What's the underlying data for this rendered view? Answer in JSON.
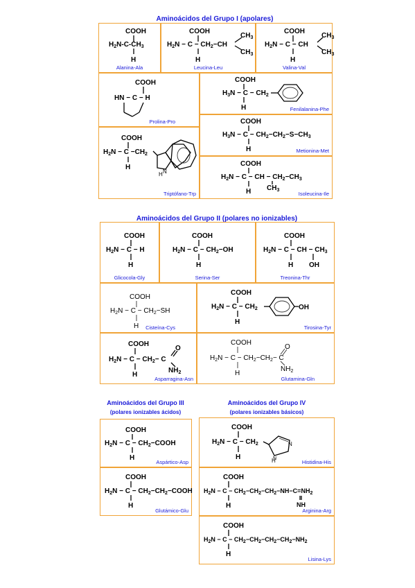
{
  "groups": {
    "g1": {
      "title": "Aminoácidos del Grupo I (apolares)"
    },
    "g2": {
      "title": "Aminoácidos del Grupo II (polares no ionizables)"
    },
    "g3": {
      "title_line1": "Aminoácidos del Grupo III",
      "title_line2": "(polares ionizables ácidos)"
    },
    "g4": {
      "title_line1": "Aminoácidos del Grupo IV",
      "title_line2": "(polares ionizables básicos)"
    }
  },
  "amino_acids": {
    "ala": "Alanina-Ala",
    "leu": "Leucina-Leu",
    "val": "Valina-Val",
    "pro": "Prolina-Pro",
    "phe": "Fenilalanina-Phe",
    "met": "Metionina-Met",
    "trp": "Triptófano-Trp",
    "ile": "Isoleucina-Ile",
    "gly": "Glicocola-Gly",
    "ser": "Serina-Ser",
    "thr": "Treonina-Thr",
    "cys": "Cisteína-Cys",
    "tyr": "Tirosina-Tyr",
    "asn": "Asparragina-Asn",
    "gln": "Glutamina-Gln",
    "asp": "Aspártico-Asp",
    "his": "Histidina-His",
    "glu": "Glutámico-Glu",
    "arg": "Arginina-Arg",
    "lys": "Lisina-Lys"
  },
  "chem": {
    "cooh": "COOH",
    "h": "H",
    "c": "C",
    "nh": "NH",
    "ch": "CH",
    "ch3": "CH3",
    "ch2": "CH2",
    "h2n": "H2N",
    "s": "S",
    "oh": "OH",
    "sh": "SH",
    "o": "O",
    "nh2": "NH2",
    "n": "N",
    "nh_arg": "NH",
    "hn": "HN"
  },
  "colors": {
    "title": "#1a1ad8",
    "border": "#f0a437"
  }
}
